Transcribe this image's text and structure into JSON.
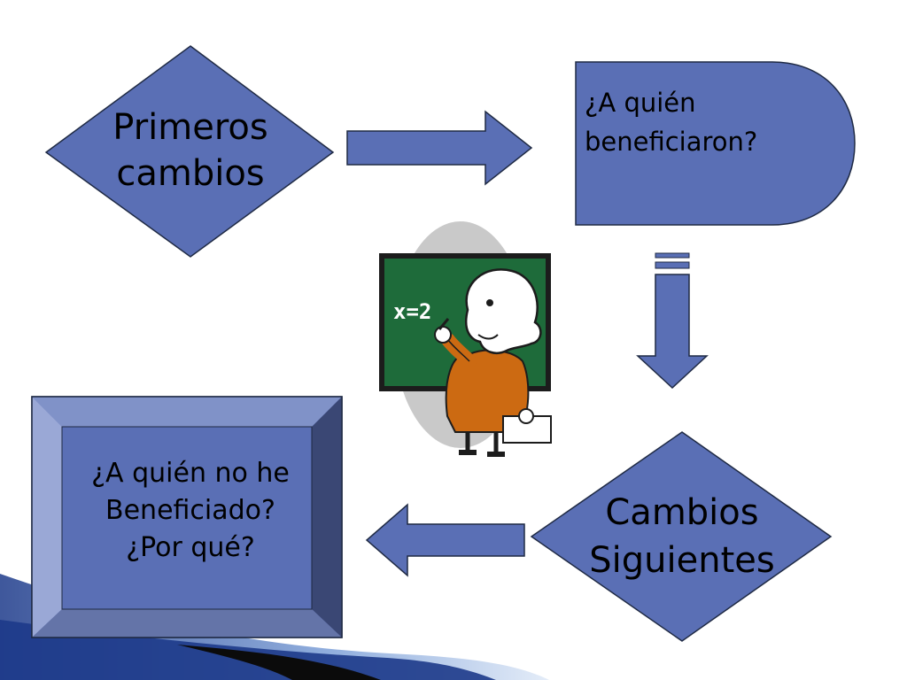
{
  "diagram": {
    "nodes": {
      "primeros_cambios": {
        "shape": "diamond",
        "lines": [
          "Primeros",
          "cambios"
        ]
      },
      "a_quien_beneficiaron": {
        "shape": "delay",
        "lines": [
          "¿A quién",
          "beneficiaron?"
        ]
      },
      "cambios_siguientes": {
        "shape": "diamond",
        "lines": [
          "Cambios",
          "Siguientes"
        ]
      },
      "a_quien_no_he_beneficiado": {
        "shape": "bevel",
        "lines": [
          "¿A quién no he",
          "Beneficiado?",
          "¿Por qué?"
        ]
      }
    },
    "edges": [
      {
        "from": "primeros_cambios",
        "to": "a_quien_beneficiaron",
        "direction": "right"
      },
      {
        "from": "a_quien_beneficiaron",
        "to": "cambios_siguientes",
        "direction": "down"
      },
      {
        "from": "cambios_siguientes",
        "to": "a_quien_no_he_beneficiado",
        "direction": "left"
      }
    ],
    "clipart": {
      "icon": "teacher-chalkboard-icon",
      "board_text": "x=2"
    }
  },
  "colors": {
    "shape_fill": "#5a6fb5",
    "shape_stroke": "#1f2a44",
    "chalkboard_green": "#1e6b3a",
    "chalkboard_frame": "#1c1c1c",
    "teacher_shirt": "#cc6a12",
    "background": "#ffffff"
  }
}
